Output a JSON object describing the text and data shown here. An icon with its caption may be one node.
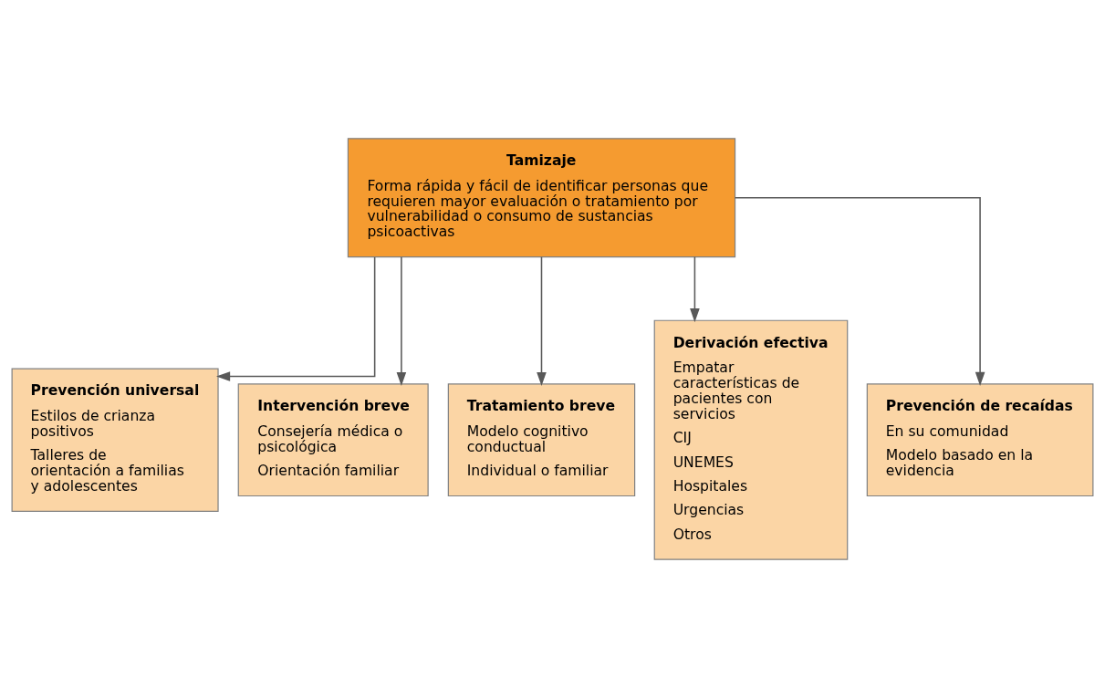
{
  "diagram": {
    "nodes": [
      {
        "text": [
          "Tamizaje",
          "Forma rápida y fácil de identificar personas que requieren mayor evaluación o tratamiento por vulnerabilidad o consumo de sustancias psicoactivas"
        ]
      },
      {
        "text": [
          "Prevención universal",
          "Estilos de crianza positivos",
          "Talleres de orientación a familias y adolescentes"
        ]
      },
      {
        "text": [
          "Intervención breve",
          "Consejería médica o psicológica",
          "Orientación familiar"
        ]
      },
      {
        "text": [
          "Tratamiento breve",
          "Modelo cognitivo conductual",
          "Individual o familiar"
        ]
      },
      {
        "text": [
          "Derivación efectiva",
          "Empatar características de pacientes con servicios",
          "CIJ",
          "UNEMES",
          "Hospitales",
          "Urgencias",
          "Otros"
        ]
      },
      {
        "text": [
          "Prevención de recaídas",
          "En su comunidad",
          "Modelo basado en la evidencia"
        ]
      }
    ],
    "edges": [
      {
        "from": 0,
        "to": 1,
        "arrow": "to"
      },
      {
        "from": 0,
        "to": 2,
        "arrow": "to"
      },
      {
        "from": 0,
        "to": 3,
        "arrow": "to"
      },
      {
        "from": 0,
        "to": 4,
        "arrow": "to"
      },
      {
        "from": 0,
        "to": 5,
        "arrow": "to"
      }
    ]
  }
}
